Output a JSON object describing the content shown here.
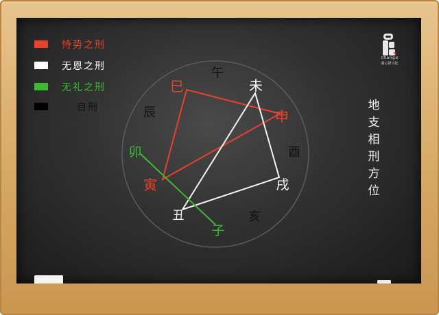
{
  "legend": {
    "items": [
      {
        "label": "恃势之刑",
        "color": "#e8412c"
      },
      {
        "label": "无恩之刑",
        "color": "#ffffff"
      },
      {
        "label": "无礼之刑",
        "color": "#3fb834"
      },
      {
        "label": "自刑",
        "color": "#000000"
      }
    ]
  },
  "branches": {
    "wu": "午",
    "wei": "未",
    "shen": "申",
    "you": "酉",
    "xu": "戌",
    "hai": "亥",
    "zi": "子",
    "chou": "丑",
    "yin": "寅",
    "mao": "卯",
    "chen": "辰",
    "si": "巳"
  },
  "title_chars": [
    "地",
    "支",
    "相",
    "刑",
    "方",
    "位"
  ],
  "brand": {
    "wordmark": "change",
    "subtitle": "易心研习社"
  },
  "colors": {
    "red": "#e8412c",
    "white": "#ffffff",
    "green": "#3fb834",
    "black": "#111111"
  },
  "icons": [
    "brand-logo-icon"
  ]
}
